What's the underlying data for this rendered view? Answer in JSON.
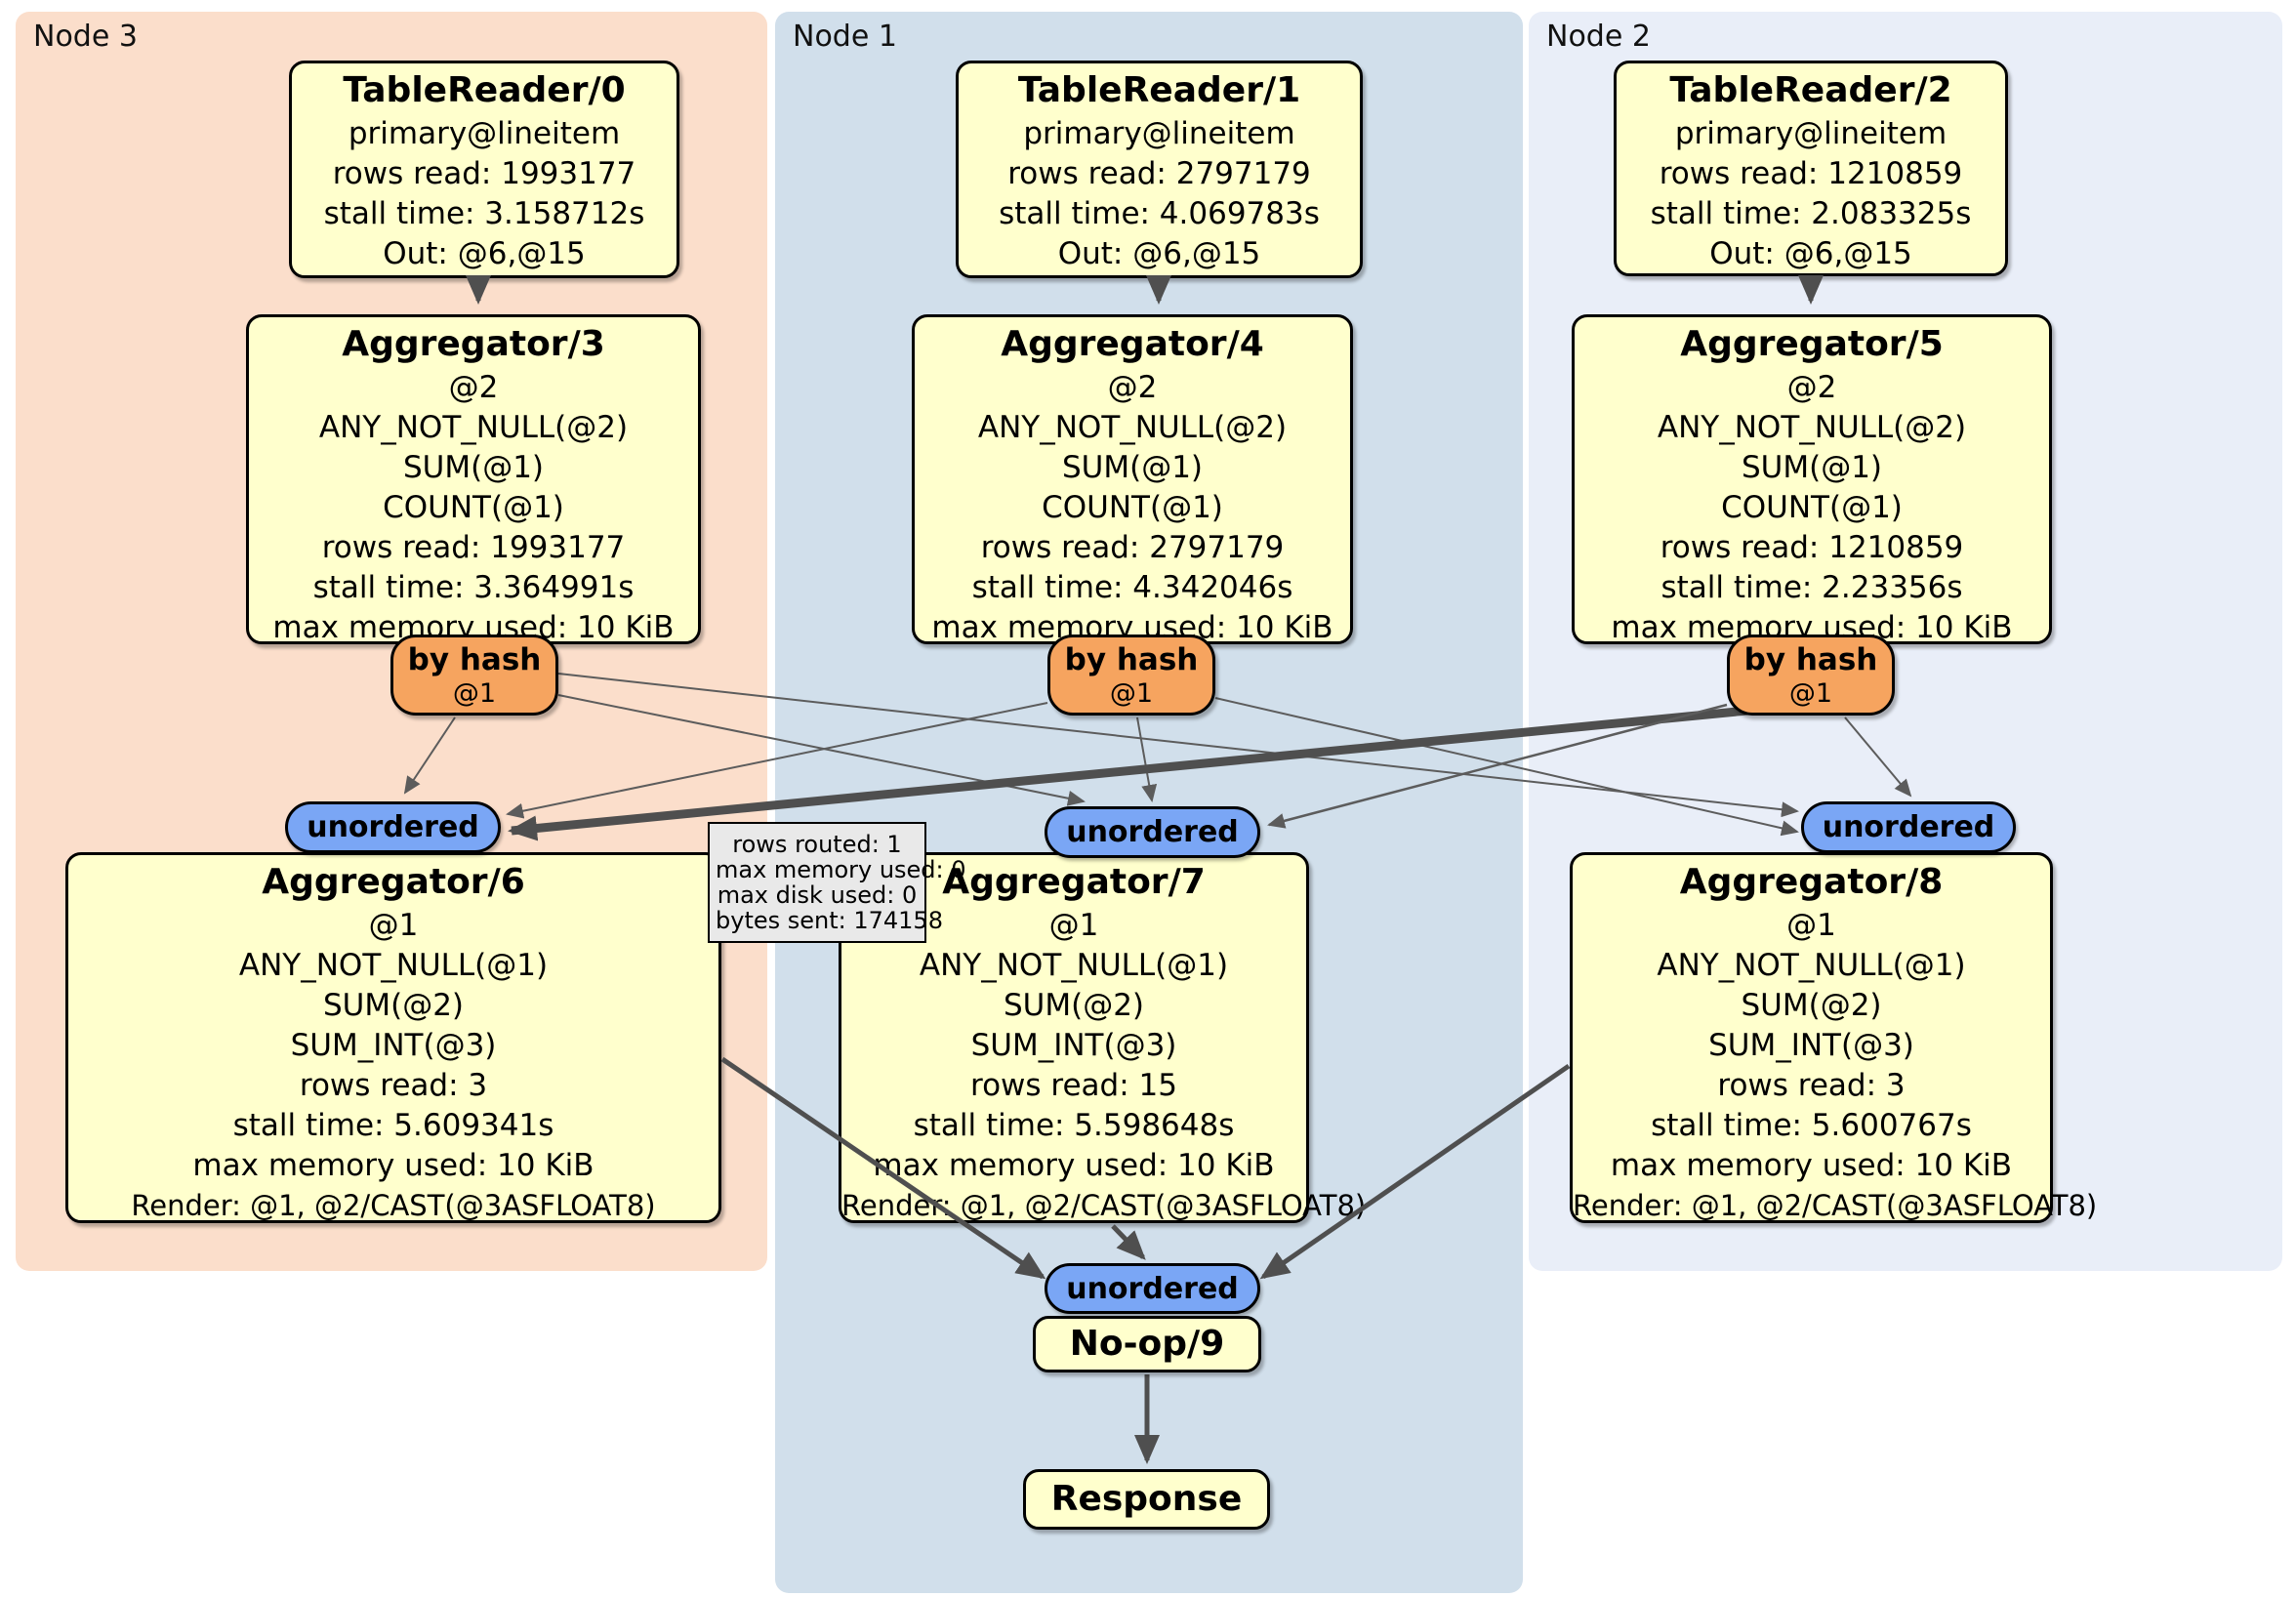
{
  "nodes": {
    "node3": {
      "label": "Node 3"
    },
    "node1": {
      "label": "Node 1"
    },
    "node2": {
      "label": "Node 2"
    }
  },
  "processors": {
    "tr0": {
      "title": "TableReader/0",
      "lines": [
        "primary@lineitem",
        "rows read: 1993177",
        "stall time: 3.158712s",
        "Out: @6,@15"
      ]
    },
    "tr1": {
      "title": "TableReader/1",
      "lines": [
        "primary@lineitem",
        "rows read: 2797179",
        "stall time: 4.069783s",
        "Out: @6,@15"
      ]
    },
    "tr2": {
      "title": "TableReader/2",
      "lines": [
        "primary@lineitem",
        "rows read: 1210859",
        "stall time: 2.083325s",
        "Out: @6,@15"
      ]
    },
    "agg3": {
      "title": "Aggregator/3",
      "lines": [
        "@2",
        "ANY_NOT_NULL(@2)",
        "SUM(@1)",
        "COUNT(@1)",
        "rows read: 1993177",
        "stall time: 3.364991s",
        "max memory used: 10 KiB"
      ]
    },
    "agg4": {
      "title": "Aggregator/4",
      "lines": [
        "@2",
        "ANY_NOT_NULL(@2)",
        "SUM(@1)",
        "COUNT(@1)",
        "rows read: 2797179",
        "stall time: 4.342046s",
        "max memory used: 10 KiB"
      ]
    },
    "agg5": {
      "title": "Aggregator/5",
      "lines": [
        "@2",
        "ANY_NOT_NULL(@2)",
        "SUM(@1)",
        "COUNT(@1)",
        "rows read: 1210859",
        "stall time: 2.23356s",
        "max memory used: 10 KiB"
      ]
    },
    "agg6": {
      "title": "Aggregator/6",
      "lines": [
        "@1",
        "ANY_NOT_NULL(@1)",
        "SUM(@2)",
        "SUM_INT(@3)",
        "rows read: 3",
        "stall time: 5.609341s",
        "max memory used: 10 KiB",
        "Render: @1, @2/CAST(@3ASFLOAT8)"
      ]
    },
    "agg7": {
      "title": "Aggregator/7",
      "lines": [
        "@1",
        "ANY_NOT_NULL(@1)",
        "SUM(@2)",
        "SUM_INT(@3)",
        "rows read: 15",
        "stall time: 5.598648s",
        "max memory used: 10 KiB",
        "Render: @1, @2/CAST(@3ASFLOAT8)"
      ]
    },
    "agg8": {
      "title": "Aggregator/8",
      "lines": [
        "@1",
        "ANY_NOT_NULL(@1)",
        "SUM(@2)",
        "SUM_INT(@3)",
        "rows read: 3",
        "stall time: 5.600767s",
        "max memory used: 10 KiB",
        "Render: @1, @2/CAST(@3ASFLOAT8)"
      ]
    },
    "noop9": {
      "title": "No-op/9"
    },
    "response": {
      "title": "Response"
    }
  },
  "routers": {
    "byhash3": {
      "label": "by hash",
      "sub": "@1"
    },
    "byhash4": {
      "label": "by hash",
      "sub": "@1"
    },
    "byhash5": {
      "label": "by hash",
      "sub": "@1"
    }
  },
  "streams": {
    "unordered3": {
      "label": "unordered"
    },
    "unordered1": {
      "label": "unordered"
    },
    "unordered2": {
      "label": "unordered"
    },
    "unorderedBottom": {
      "label": "unordered"
    }
  },
  "tooltip": {
    "lines": [
      "rows routed: 1",
      "max memory used: 0",
      "max disk used: 0",
      "bytes sent: 174158"
    ]
  },
  "colors": {
    "node3_bg": "#fbdecb",
    "node1_bg": "#d1dfeb",
    "node2_bg": "#e9eef8",
    "processor_fill": "#ffffcd",
    "router_fill": "#f6a45f",
    "stream_fill": "#7aa6f5",
    "edge": "#4f4f4f",
    "tooltip_bg": "#e9e9e9"
  }
}
